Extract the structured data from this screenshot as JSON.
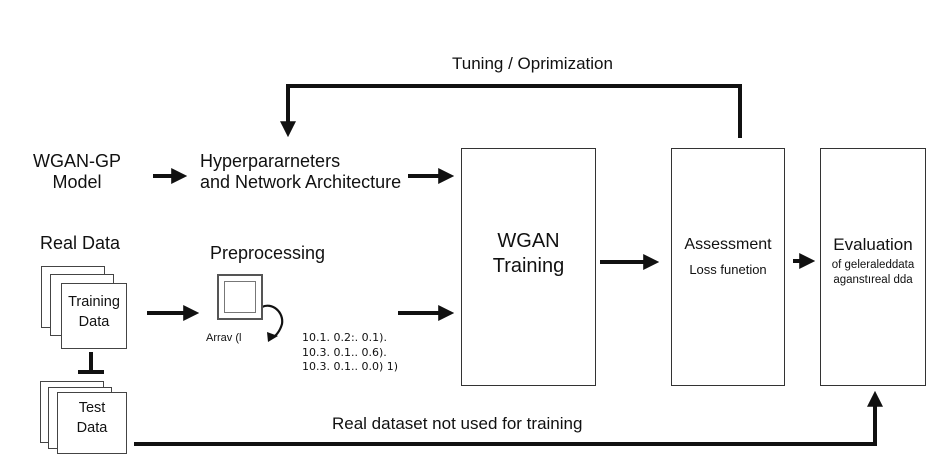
{
  "feedback_label": "Tuning / Oprimization",
  "model": {
    "line1": "WGAN-GP",
    "line2": "Model"
  },
  "hyper": {
    "line1": "Hyperpararneters",
    "line2": "and Network Architecture"
  },
  "real_data": "Real Data",
  "training_doc": {
    "line1": "Training",
    "line2": "Data"
  },
  "test_doc": {
    "line1": "Test",
    "line2": "Data"
  },
  "preprocessing": {
    "title": "Preprocessing",
    "array_label": "Arrav (l",
    "rows": [
      "10.1. 0.2:. 0.1).",
      "10.3. 0.1.. 0.6).",
      "10.3. 0.1.. 0.0) 1)"
    ]
  },
  "wgan_training": {
    "line1": "WGAN",
    "line2": "Training"
  },
  "assessment": {
    "title": "Assessment",
    "subtitle": "Loss funetion"
  },
  "evaluation": {
    "title": "Evaluation",
    "sub1": "of geleraleddata",
    "sub2": "aganstıreal dda"
  },
  "bottom_label": "Real dataset not used for training"
}
